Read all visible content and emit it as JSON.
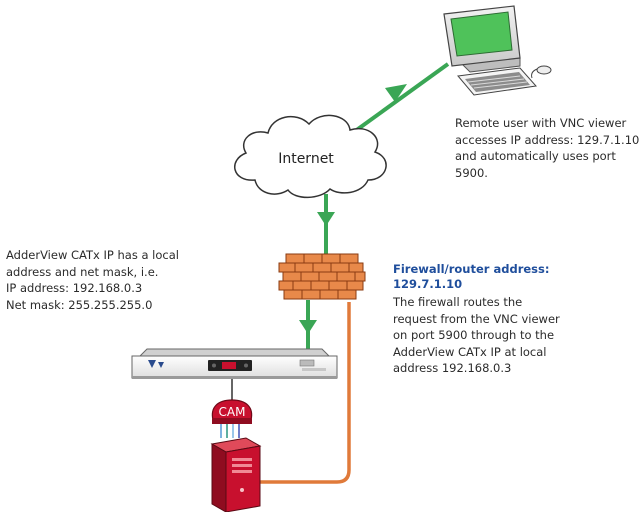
{
  "cloud": {
    "label": "Internet"
  },
  "remote_user": {
    "lines": [
      "Remote user with VNC viewer",
      "accesses IP address: 129.7.1.10",
      "and automatically uses port",
      "5900."
    ]
  },
  "adderview": {
    "lines": [
      "AdderView CATx IP has a local",
      "address and net mask, i.e.",
      "IP address: 192.168.0.3",
      "Net mask: 255.255.255.0"
    ]
  },
  "firewall": {
    "title_line1": "Firewall/router address:",
    "title_line2": "129.7.1.10",
    "lines": [
      "The firewall routes the",
      "request from the VNC viewer",
      "on port 5900 through to the",
      "AdderView CATx IP at local",
      "address 192.168.0.3"
    ]
  },
  "cam": {
    "label": "CAM"
  },
  "colors": {
    "green_link": "#3aa655",
    "orange_link": "#e07a3a",
    "firewall_title": "#1f4e9c",
    "brick": "#e8894a",
    "monitor_screen": "#4fc25a",
    "server": "#c8102e"
  }
}
